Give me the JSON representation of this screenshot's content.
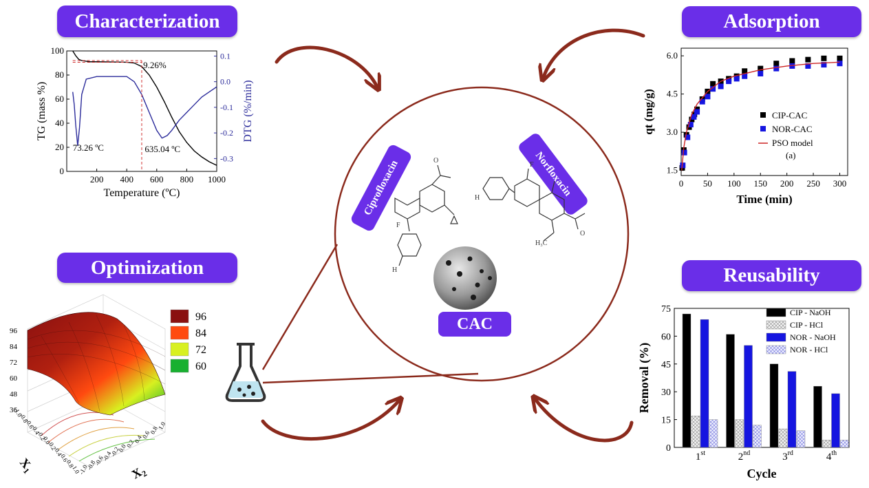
{
  "sections": {
    "characterization": "Characterization",
    "adsorption": "Adsorption",
    "optimization": "Optimization",
    "reusability": "Reusability"
  },
  "center": {
    "drug1": "Ciprofloxacin",
    "drug2": "Norfloxacin",
    "material": "CAC"
  },
  "colors": {
    "banner": "#6a2ee8",
    "arrow": "#8b2a1c",
    "tg": "#000000",
    "dtg": "#2a2a9a"
  },
  "chart_data": [
    {
      "type": "line",
      "id": "tga",
      "xlabel": "Temperature (ºC)",
      "ylabel": "TG (mass %)",
      "y2label": "DTG (%/min)",
      "xlim": [
        0,
        1000
      ],
      "ylim": [
        0,
        100
      ],
      "y2lim": [
        -0.35,
        0.12
      ],
      "xticks": [
        "200",
        "400",
        "600",
        "800",
        "1000"
      ],
      "yticks": [
        "0",
        "20",
        "40",
        "60",
        "80",
        "100"
      ],
      "y2ticks": [
        "0.1",
        "0.0",
        "-0.1",
        "-0.2",
        "-0.3"
      ],
      "annotations": [
        "9.26%",
        "73.26 ºC",
        "635.04 ºC"
      ],
      "series": [
        {
          "axis": "left",
          "x": [
            40,
            60,
            80,
            100,
            150,
            200,
            300,
            400,
            450,
            500,
            550,
            600,
            650,
            700,
            750,
            800,
            850,
            900,
            950,
            1000
          ],
          "y": [
            100,
            96,
            93,
            92,
            91,
            91,
            90.8,
            90.6,
            90,
            87,
            80,
            70,
            58,
            45,
            33,
            24,
            17,
            12,
            8,
            5
          ]
        },
        {
          "axis": "right",
          "x": [
            40,
            50,
            60,
            73,
            85,
            100,
            130,
            200,
            300,
            400,
            450,
            500,
            550,
            600,
            635,
            670,
            700,
            750,
            800,
            850,
            900,
            950,
            1000
          ],
          "y": [
            -0.04,
            -0.09,
            -0.17,
            -0.25,
            -0.18,
            -0.05,
            0.01,
            0.02,
            0.02,
            0.02,
            0.0,
            -0.05,
            -0.12,
            -0.19,
            -0.22,
            -0.21,
            -0.19,
            -0.15,
            -0.12,
            -0.09,
            -0.06,
            -0.04,
            -0.02
          ]
        }
      ]
    },
    {
      "type": "scatter",
      "id": "kinetics",
      "xlabel": "Time (min)",
      "ylabel": "qt (mg/g)",
      "xlim": [
        0,
        315
      ],
      "ylim": [
        1.3,
        6.3
      ],
      "xticks": [
        "0",
        "50",
        "100",
        "150",
        "200",
        "250",
        "300"
      ],
      "yticks": [
        "1.5",
        "3.0",
        "4.5",
        "6.0"
      ],
      "panel_label": "(a)",
      "legend_position": "bottom-right",
      "series": [
        {
          "name": "CIP-CAC",
          "color": "#000000",
          "x": [
            2,
            5,
            10,
            15,
            20,
            25,
            30,
            40,
            50,
            60,
            75,
            90,
            105,
            120,
            150,
            180,
            210,
            240,
            270,
            300
          ],
          "y": [
            1.6,
            2.3,
            2.9,
            3.2,
            3.5,
            3.7,
            3.9,
            4.3,
            4.6,
            4.9,
            5.0,
            5.1,
            5.2,
            5.4,
            5.5,
            5.7,
            5.8,
            5.85,
            5.9,
            5.9
          ]
        },
        {
          "name": "NOR-CAC",
          "color": "#1515e0",
          "x": [
            3,
            6,
            12,
            18,
            24,
            30,
            40,
            50,
            60,
            75,
            90,
            105,
            120,
            150,
            180,
            210,
            240,
            270,
            300
          ],
          "y": [
            1.7,
            2.2,
            2.8,
            3.3,
            3.6,
            3.8,
            4.2,
            4.4,
            4.7,
            4.8,
            5.0,
            5.1,
            5.2,
            5.3,
            5.5,
            5.6,
            5.6,
            5.65,
            5.7
          ]
        },
        {
          "name": "PSO model",
          "color": "#cc2222",
          "line": true,
          "x": [
            1,
            5,
            10,
            20,
            30,
            50,
            75,
            100,
            150,
            200,
            250,
            300
          ],
          "y": [
            1.5,
            2.4,
            3.0,
            3.7,
            4.1,
            4.6,
            5.0,
            5.2,
            5.45,
            5.6,
            5.7,
            5.75
          ]
        }
      ]
    },
    {
      "type": "bar",
      "id": "reuse",
      "xlabel": "Cycle",
      "ylabel": "Removal (%)",
      "ylim": [
        0,
        75
      ],
      "yticks": [
        "0",
        "15",
        "30",
        "45",
        "60",
        "75"
      ],
      "categories": [
        [
          "1",
          "st"
        ],
        [
          "2",
          "nd"
        ],
        [
          "3",
          "rd"
        ],
        [
          "4",
          "th"
        ]
      ],
      "series": [
        {
          "name": "CIP - NaOH",
          "fill": "solid-black",
          "values": [
            72,
            61,
            45,
            33
          ]
        },
        {
          "name": "CIP - HCl",
          "fill": "hatch-grey",
          "values": [
            17,
            15,
            10,
            4
          ]
        },
        {
          "name": "NOR - NaOH",
          "fill": "solid-blue",
          "values": [
            69,
            55,
            41,
            29
          ]
        },
        {
          "name": "NOR - HCl",
          "fill": "hatch-blue",
          "values": [
            15,
            12,
            9,
            4
          ]
        }
      ]
    },
    {
      "type": "heatmap",
      "id": "surface",
      "xlabel": "X2",
      "ylabel": "X1",
      "zticks": [
        "96",
        "84",
        "72",
        "60",
        "48",
        "36"
      ],
      "legend": [
        {
          "label": "96",
          "color": "#8a1010"
        },
        {
          "label": "84",
          "color": "#ff4a10"
        },
        {
          "label": "72",
          "color": "#d8f020"
        },
        {
          "label": "60",
          "color": "#18b030"
        }
      ],
      "axis_ticks": [
        "-1.0",
        "-0.8",
        "-0.6",
        "-0.4",
        "-0.2",
        "0.0",
        "0.2",
        "0.4",
        "0.6",
        "0.8",
        "1.0"
      ]
    }
  ]
}
